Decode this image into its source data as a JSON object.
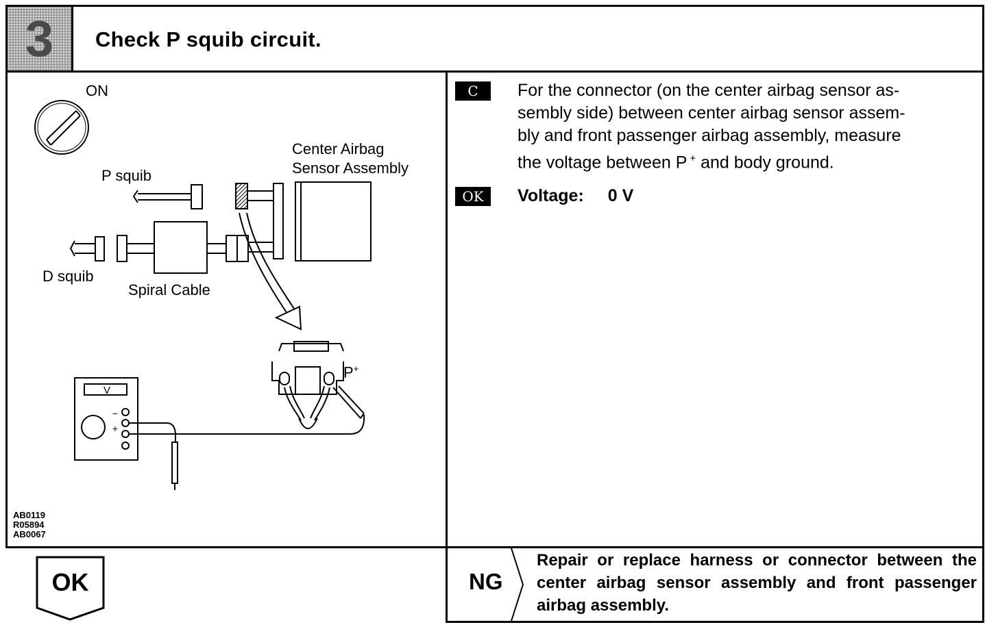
{
  "step": {
    "number": "3",
    "title": "Check P squib circuit."
  },
  "diagram": {
    "labels": {
      "ignition": "ON",
      "p_squib": "P squib",
      "center_airbag_line1": "Center Airbag",
      "center_airbag_line2": "Sensor Assembly",
      "d_squib": "D squib",
      "spiral_cable": "Spiral Cable",
      "terminal": "P",
      "terminal_sign": "+",
      "meter_mode": "V",
      "meter_minus": "−",
      "meter_plus": "+"
    },
    "ref_codes": [
      "AB0119",
      "R05894",
      "AB0067"
    ]
  },
  "instructions": {
    "check_tag": "C",
    "check_lines": [
      "For the connector (on the center airbag sensor as-",
      "sembly side) between center airbag sensor assem-",
      "bly and front passenger airbag assembly, measure",
      "the voltage between P"
    ],
    "check_sup": "+",
    "check_tail": " and body ground.",
    "ok_tag": "OK",
    "spec_label": "Voltage:",
    "spec_value": "0 V"
  },
  "results": {
    "ok_label": "OK",
    "ng_label": "NG",
    "ng_text": "Repair or replace harness or connector between the center airbag sensor assembly and front passenger airbag assembly."
  }
}
